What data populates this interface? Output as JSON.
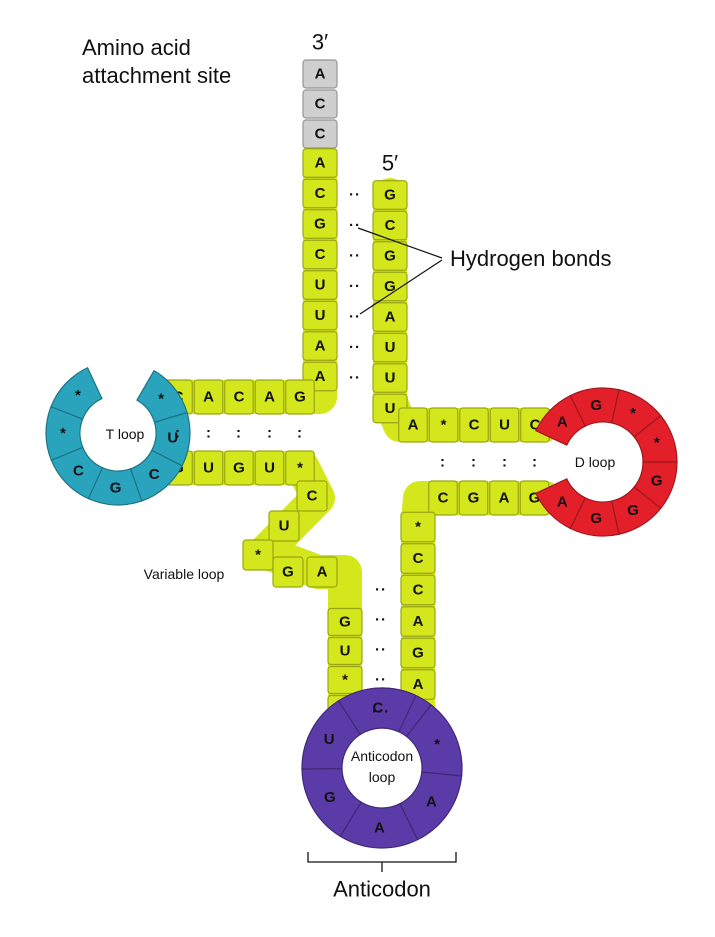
{
  "labels": {
    "amino_line1": "Amino acid",
    "amino_line2": "attachment site",
    "three_prime": "3′",
    "five_prime": "5′",
    "hydrogen_bonds": "Hydrogen bonds",
    "t_loop": "T loop",
    "d_loop": "D loop",
    "variable_loop": "Variable loop",
    "anticodon_loop_line1": "Anticodon",
    "anticodon_loop_line2": "loop",
    "anticodon": "Anticodon"
  },
  "colors": {
    "acceptor_end": "#cfcfcf",
    "stem": "#d4e61c",
    "t_loop": "#2aa4bd",
    "d_loop": "#e3202a",
    "anticodon_loop": "#5b3ba8"
  },
  "bases": {
    "acceptor_3prime_tail": [
      "A",
      "C",
      "C"
    ],
    "acceptor_left": [
      "A",
      "C",
      "G",
      "C",
      "U",
      "U",
      "A",
      "A"
    ],
    "acceptor_right": [
      "G",
      "C",
      "G",
      "G",
      "A",
      "U",
      "U",
      "U"
    ],
    "t_stem_top": [
      "C",
      "A",
      "C",
      "A",
      "G"
    ],
    "t_stem_bottom": [
      "G",
      "U",
      "G",
      "U",
      "*"
    ],
    "t_loop": [
      "*",
      "U",
      "C",
      "G",
      "C",
      "*",
      "*"
    ],
    "variable_loop": [
      "C",
      "U",
      "*",
      "G",
      "A"
    ],
    "d_stem_top": [
      "A",
      "*",
      "C",
      "U",
      "C"
    ],
    "d_stem_bottom": [
      "C",
      "G",
      "A",
      "G"
    ],
    "d_loop": [
      "A",
      "G",
      "*",
      "*",
      "G",
      "G",
      "G",
      "A"
    ],
    "anticodon_stem_left": [
      "G",
      "U",
      "*",
      "*"
    ],
    "anticodon_stem_right": [
      "*",
      "C",
      "C",
      "A",
      "G",
      "A"
    ],
    "anticodon_loop": [
      "A",
      "*",
      "A",
      "A",
      "G",
      "U",
      "C"
    ]
  },
  "pair_marks": {
    "two_dot": "··",
    "three_dot": "···",
    "colon": ":"
  }
}
